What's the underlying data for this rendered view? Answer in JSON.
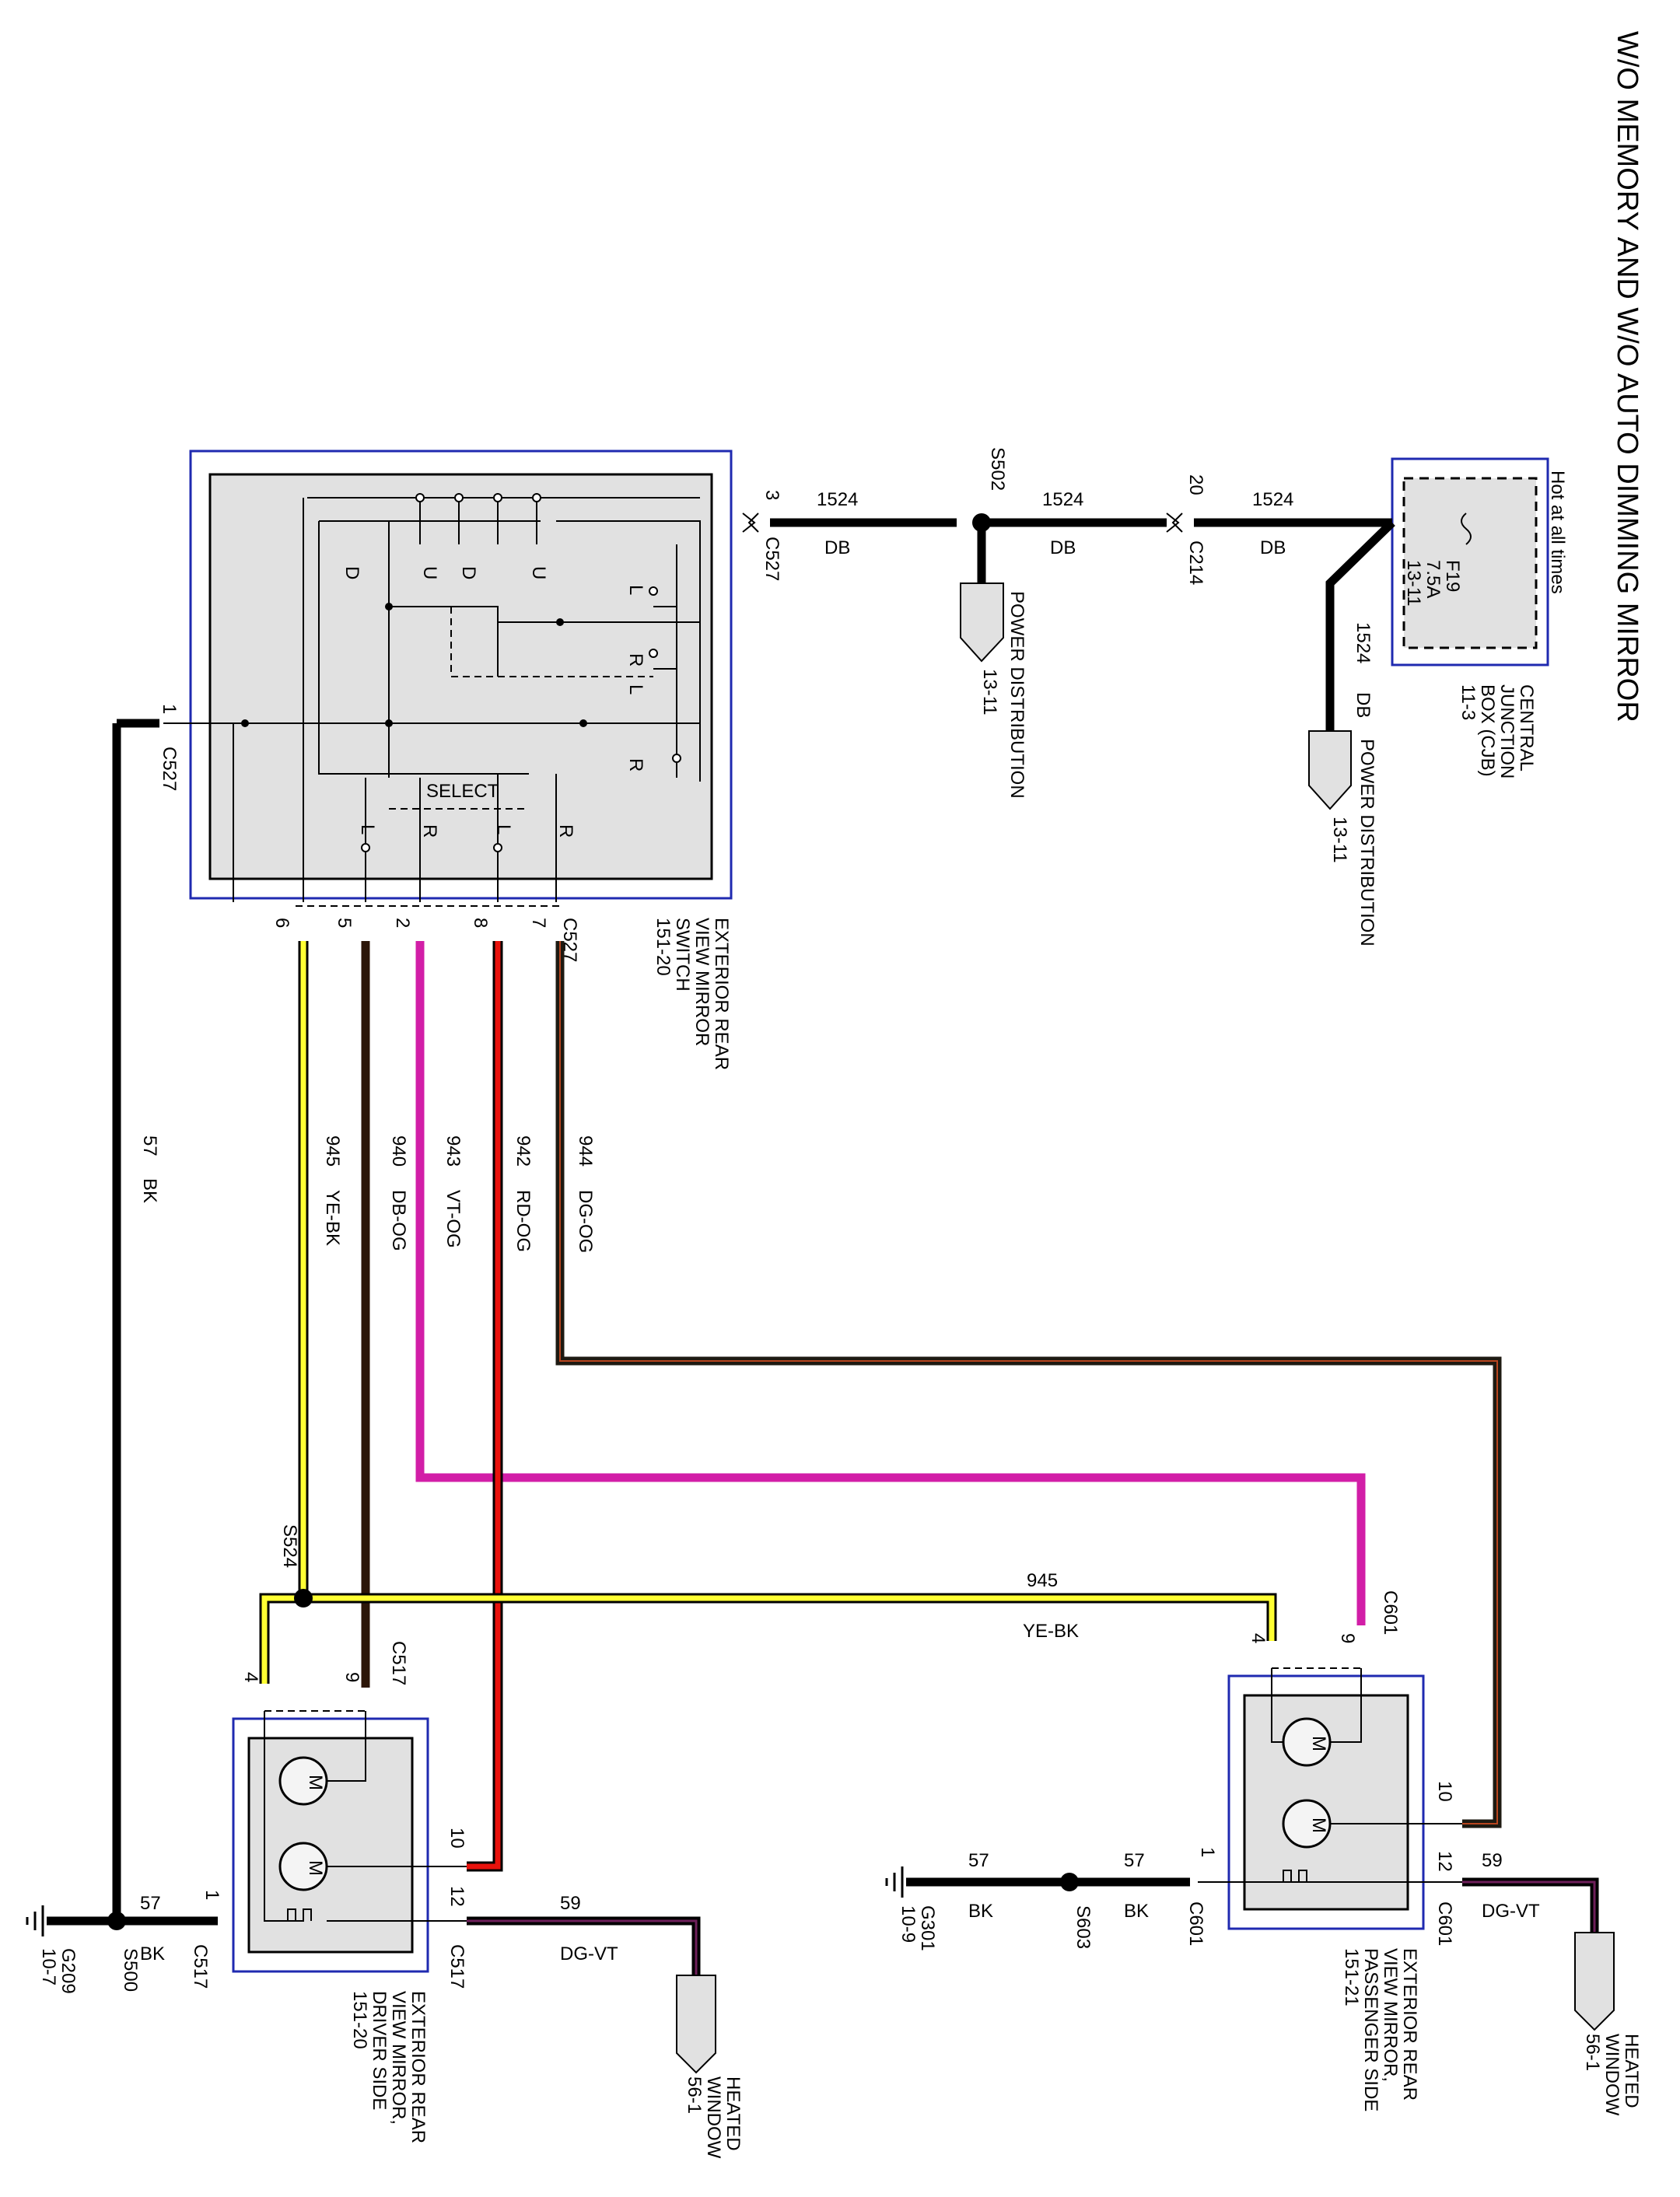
{
  "title": "W/O MEMORY AND W/O AUTO DIMMING MIRROR",
  "hot_label": "Hot at all times",
  "cjb": {
    "fuse_id": "F19",
    "fuse_rating": "7.5A",
    "fuse_ref": "13-11",
    "name_line1": "CENTRAL",
    "name_line2": "JUNCTION",
    "name_line3": "BOX (CJB)",
    "ref": "11-3"
  },
  "power_dist": {
    "label": "POWER DISTRIBUTION",
    "ref": "13-11"
  },
  "feed_circuit": {
    "number": "1524",
    "color": "DB"
  },
  "splices": {
    "s502": "S502",
    "s524": "S524",
    "s500": "S500",
    "s603": "S603"
  },
  "c214": {
    "name": "C214",
    "pin": "20"
  },
  "c527": {
    "name": "C527",
    "pin_feed": "3",
    "pin_ground": "1",
    "pins": [
      "6",
      "5",
      "2",
      "8",
      "7"
    ]
  },
  "switch": {
    "name_line1": "EXTERIOR REAR",
    "name_line2": "VIEW MIRROR",
    "name_line3": "SWITCH",
    "ref": "151-20",
    "select_label": "SELECT",
    "contact_labels": [
      "D",
      "U",
      "D",
      "U",
      "L",
      "R",
      "L",
      "R",
      "L",
      "R",
      "L",
      "R"
    ]
  },
  "vertical_circuits": [
    {
      "number": "945",
      "color": "YE-BK",
      "hex": "#ffff33"
    },
    {
      "number": "940",
      "color": "DB-OG",
      "hex": "#2c1608"
    },
    {
      "number": "943",
      "color": "VT-OG",
      "hex": "#d21ea7"
    },
    {
      "number": "942",
      "color": "RD-OG",
      "hex": "#e8120c"
    },
    {
      "number": "944",
      "color": "DG-OG",
      "hex": "#1e1a12"
    }
  ],
  "ground_circuit": {
    "number": "57",
    "color": "BK"
  },
  "heater_circuit": {
    "number": "59",
    "color": "DG-VT"
  },
  "yebk_cross": {
    "number": "945",
    "color": "YE-BK"
  },
  "driver_mirror": {
    "connector": "C517",
    "pins": {
      "yebk": "4",
      "dbog": "9",
      "rdog": "10",
      "heat": "12",
      "ground": "1"
    },
    "name_line1": "EXTERIOR REAR",
    "name_line2": "VIEW MIRROR,",
    "name_line3": "DRIVER SIDE",
    "ref": "151-20",
    "motor_label": "M"
  },
  "passenger_mirror": {
    "connector": "C601",
    "pins": {
      "yebk": "4",
      "vtog": "9",
      "dgog": "10",
      "heat": "12",
      "ground": "1"
    },
    "name_line1": "EXTERIOR REAR",
    "name_line2": "VIEW MIRROR,",
    "name_line3": "PASSENGER SIDE",
    "ref": "151-21",
    "motor_label": "M"
  },
  "heated_window": {
    "line1": "HEATED",
    "line2": "WINDOW",
    "ref": "56-1"
  },
  "grounds": {
    "g209": {
      "name": "G209",
      "ref": "10-7"
    },
    "g301": {
      "name": "G301",
      "ref": "10-9"
    }
  },
  "colors": {
    "box_border": "#1f2ab0",
    "box_fill": "#e1e1e1",
    "ye_bk": "#ffff33",
    "rd_og": "#e8120c",
    "vt_og": "#d21ea7",
    "dg_vt": "#6e1f5a"
  }
}
